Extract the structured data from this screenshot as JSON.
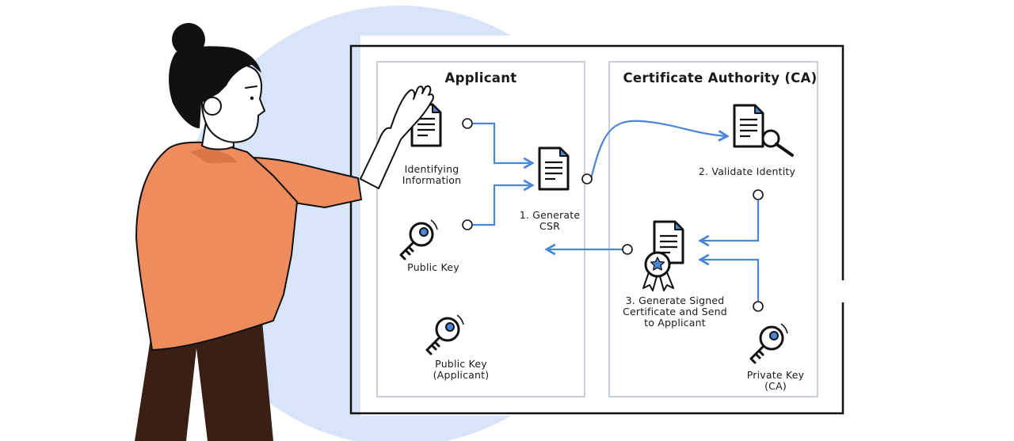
{
  "colors": {
    "accent": "#4a86d6",
    "blob": "#d8e4f7",
    "panel_border": "#c9cfd6",
    "frame": "#111111",
    "shirt": "#ee8c5e",
    "pants": "#3a1f14"
  },
  "panels": {
    "applicant": {
      "title": "Applicant"
    },
    "ca": {
      "title": "Certificate Authority (CA)"
    }
  },
  "items": {
    "identifying_information": "Identifying\nInformation",
    "public_key": "Public Key",
    "public_key_applicant": "Public Key\n(Applicant)",
    "generate_csr": "1. Generate\nCSR",
    "validate_identity": "2. Validate Identity",
    "generate_signed_certificate": "3. Generate Signed\nCertificate and Send\nto Applicant",
    "private_key_ca": "Private Key\n(CA)"
  },
  "icons": [
    "document-icon",
    "key-icon",
    "magnifier-icon",
    "certificate-icon",
    "award-ribbon-icon"
  ]
}
